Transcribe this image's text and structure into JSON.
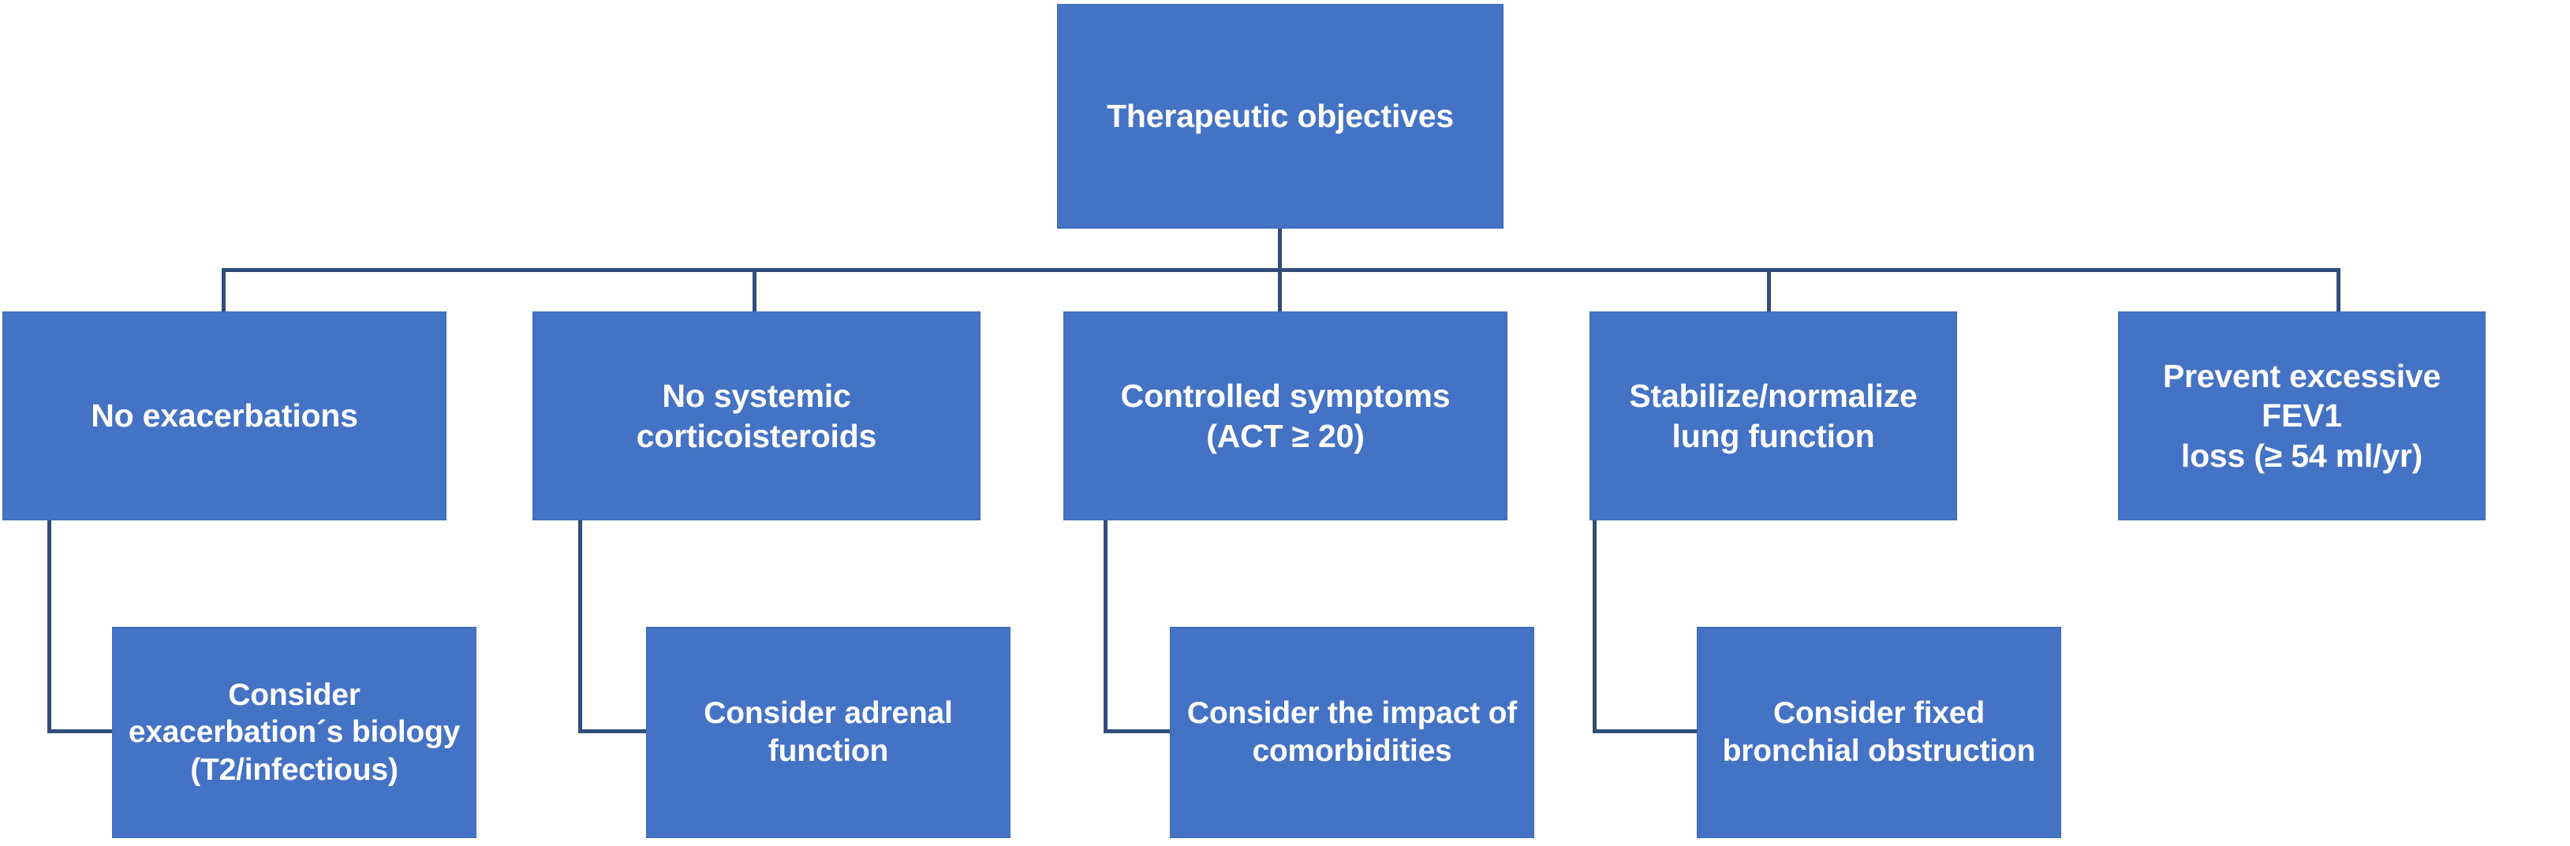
{
  "diagram": {
    "title": "Therapeutic objectives",
    "type": "flowchart",
    "orientation": "top-down",
    "colors": {
      "node_fill": "#4472C4",
      "node_border": "#3F6BB8",
      "node_text": "#FFFFFF",
      "connector": "#2F4E79",
      "background": "#FFFFFF"
    },
    "root": {
      "label": "Therapeutic objectives"
    },
    "objectives": [
      {
        "id": "no-exacerbations",
        "label": "No exacerbations",
        "consideration": {
          "id": "consider-exacerbation-biology",
          "label": "Consider\nexacerbation´s biology\n(T2/infectious)"
        }
      },
      {
        "id": "no-systemic-corticoisteroids",
        "label": "No systemic\ncorticoisteroids",
        "consideration": {
          "id": "consider-adrenal-function",
          "label": "Consider adrenal\nfunction"
        }
      },
      {
        "id": "controlled-symptoms",
        "label": "Controlled symptoms\n(ACT ≥ 20)",
        "consideration": {
          "id": "consider-impact-comorbidities",
          "label": "Consider the impact of\ncomorbidities"
        }
      },
      {
        "id": "stabilize-normalize-lung-function",
        "label": "Stabilize/normalize\nlung function",
        "consideration": {
          "id": "consider-fixed-bronchial-obstruction",
          "label": "Consider fixed\nbronchial obstruction"
        }
      },
      {
        "id": "prevent-excessive-fev1-loss",
        "label": "Prevent excessive FEV1\nloss (≥ 54 ml/yr)",
        "consideration": null
      }
    ]
  }
}
